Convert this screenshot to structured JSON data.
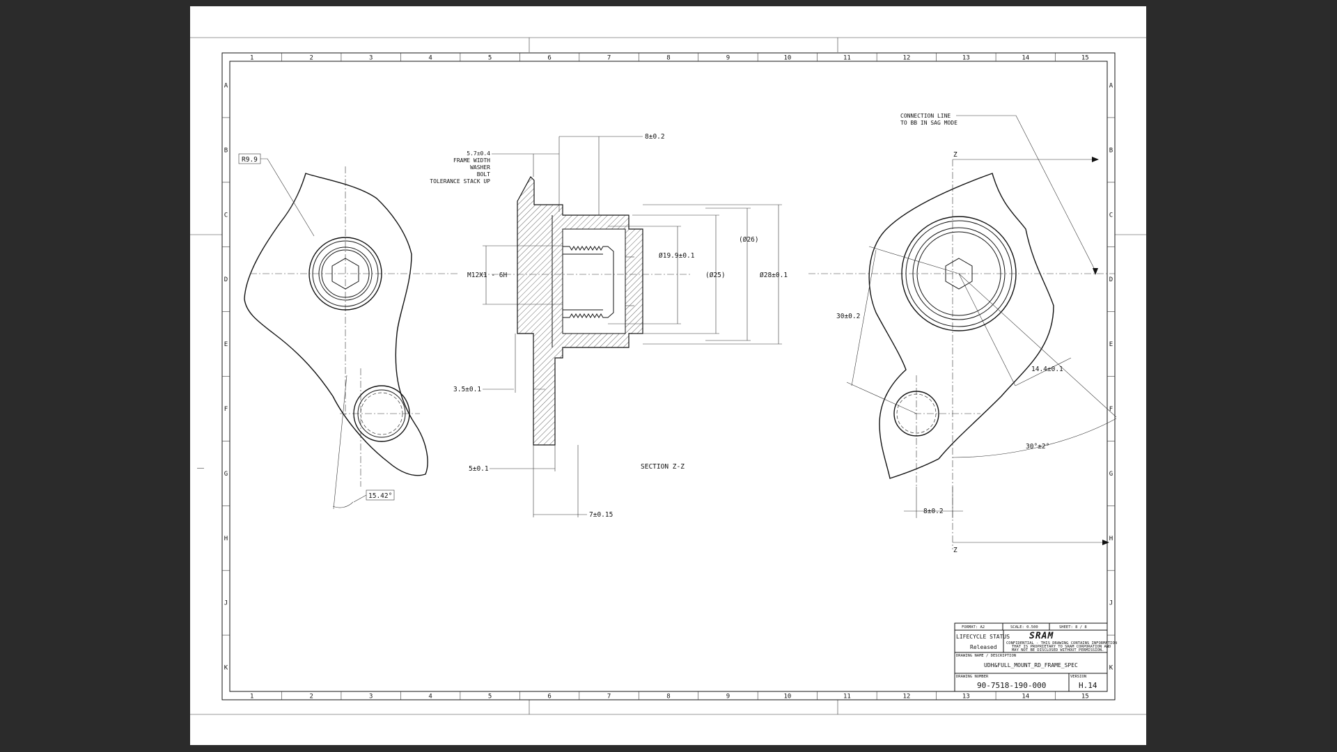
{
  "grid": {
    "cols": [
      "1",
      "2",
      "3",
      "4",
      "5",
      "6",
      "7",
      "8",
      "9",
      "10",
      "11",
      "12",
      "13",
      "14",
      "15"
    ],
    "rows": [
      "A",
      "B",
      "C",
      "D",
      "E",
      "F",
      "G",
      "H",
      "J",
      "K"
    ]
  },
  "left_view": {
    "radius_label": "R9.9",
    "angle_label": "15.42°"
  },
  "section_view": {
    "stack_labels": [
      "5.7±0.4",
      "FRAME WIDTH",
      "WASHER",
      "BOLT",
      "TOLERANCE STACK UP"
    ],
    "dim_top": "8±0.2",
    "thread": "M12X1 - 6H",
    "dia_1": "Ø19.9±0.1",
    "dia_2": "(Ø25)",
    "dia_3": "(Ø26)",
    "dia_4": "Ø28±0.1",
    "dim_flange": "3.5±0.1",
    "dim_5": "5±0.1",
    "dim_7": "7±0.15",
    "title": "SECTION  Z-Z"
  },
  "right_view": {
    "note_line1": "CONNECTION LINE",
    "note_line2": "TO BB IN SAG MODE",
    "section_mark": "Z",
    "dim_30": "30±0.2",
    "dim_14": "14.4±0.1",
    "angle": "30°±2°",
    "dim_8": "8±0.2"
  },
  "title_block": {
    "format": "FORMAT:  A2",
    "scale": "SCALE:  0.500",
    "sheet": "SHEET:  8  /  8",
    "status_label": "LIFECYCLE STATUS",
    "status_value": "Released",
    "brand": "SRAM",
    "confidential_1": "CONFIDENTIAL - THIS DRAWING CONTAINS INFORMATION",
    "confidential_2": "THAT IS PROPRIETARY TO SRAM CORPORATION AND",
    "confidential_3": "MAY NOT BE DISCLOSED WITHOUT PERMISSION.",
    "desc_label": "DRAWING NAME / DESCRIPTION",
    "description": "UDH&FULL_MOUNT_RD_FRAME_SPEC",
    "number_label": "DRAWING NUMBER",
    "drawing_number": "90-7518-190-000",
    "version_label": "VERSION",
    "version": "H.14"
  }
}
